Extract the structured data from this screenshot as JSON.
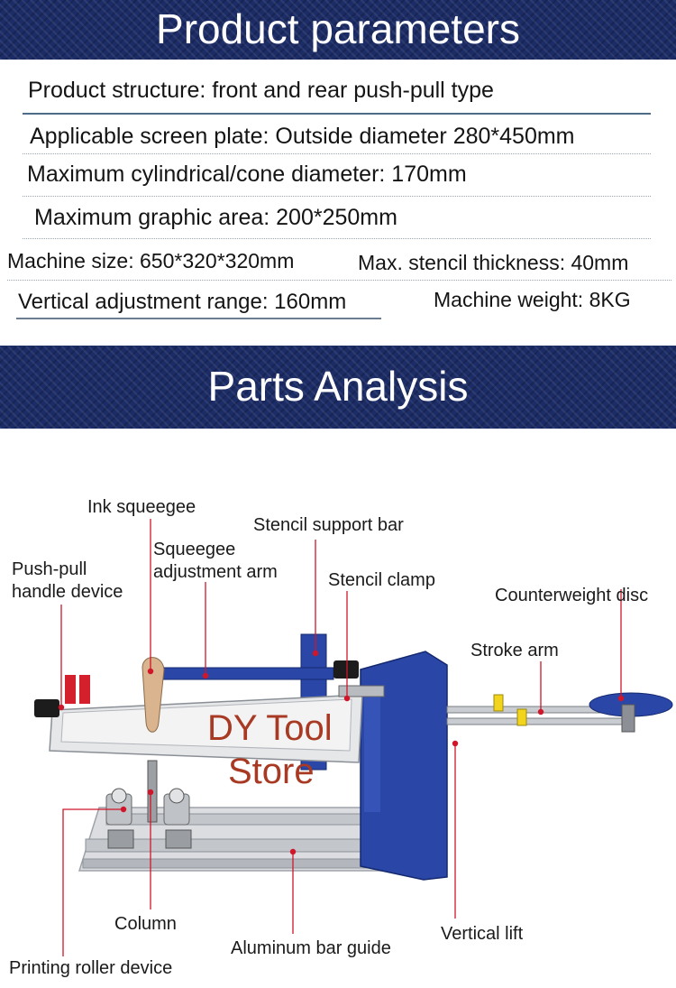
{
  "header": {
    "title": "Product parameters"
  },
  "parameters": {
    "structure": "Product structure: front and rear push-pull type",
    "screen_plate": "Applicable screen plate: Outside diameter 280*450mm",
    "max_diameter": "Maximum cylindrical/cone diameter: 170mm",
    "graphic_area": "Maximum graphic area: 200*250mm",
    "machine_size": "Machine size: 650*320*320mm",
    "stencil_thickness": "Max. stencil thickness: 40mm",
    "vertical_range": "Vertical adjustment range: 160mm",
    "machine_weight": "Machine weight: 8KG"
  },
  "parts_header": {
    "title": "Parts Analysis"
  },
  "parts": {
    "ink_squeegee": "Ink squeegee",
    "stencil_support_bar": "Stencil support bar",
    "squeegee_arm_1": "Squeegee",
    "squeegee_arm_2": "adjustment arm",
    "push_pull_1": "Push-pull",
    "push_pull_2": "handle device",
    "stencil_clamp": "Stencil clamp",
    "counterweight_disc": "Counterweight disc",
    "stroke_arm": "Stroke arm",
    "column": "Column",
    "vertical_lift": "Vertical lift",
    "aluminum_bar_guide": "Aluminum bar guide",
    "printing_roller": "Printing roller device"
  },
  "watermark": {
    "line1": "DY Tool",
    "line2": "Store"
  },
  "colors": {
    "banner": "#1c2c66",
    "frame_blue": "#2a47a8",
    "pointer": "#d0162a",
    "watermark": "#a83a23"
  }
}
